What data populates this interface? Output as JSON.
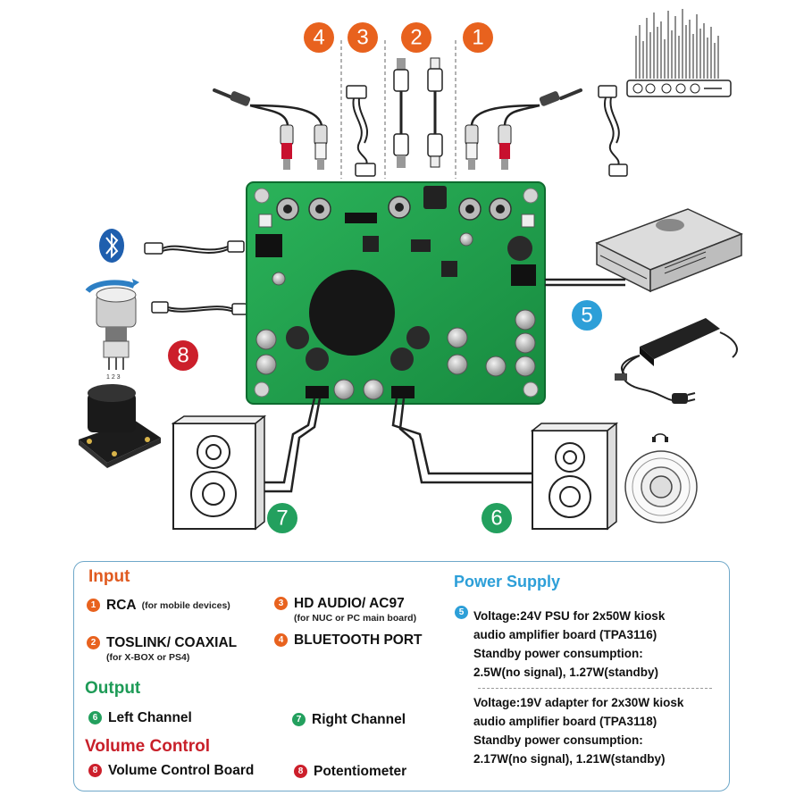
{
  "badges": {
    "b1": "1",
    "b2": "2",
    "b3": "3",
    "b4": "4",
    "b5": "5",
    "b6": "6",
    "b7": "7",
    "b8": "8"
  },
  "pot_pins": "1 2 3",
  "colors": {
    "orange": "#e8621e",
    "green": "#23a05e",
    "red": "#cc1f2b",
    "blue": "#2d9fd8",
    "pcb": "#1f9a4c"
  },
  "legend": {
    "input": {
      "heading": "Input",
      "items": [
        {
          "num": "1",
          "label": "RCA",
          "note": "(for mobile devices)"
        },
        {
          "num": "2",
          "label": "TOSLINK/ COAXIAL",
          "note": "(for X-BOX or PS4)"
        },
        {
          "num": "3",
          "label": "HD AUDIO/ AC97",
          "note": "(for NUC or PC main board)"
        },
        {
          "num": "4",
          "label": "BLUETOOTH PORT"
        }
      ]
    },
    "output": {
      "heading": "Output",
      "items": [
        {
          "num": "6",
          "label": "Left Channel"
        },
        {
          "num": "7",
          "label": "Right Channel"
        }
      ]
    },
    "volume": {
      "heading": "Volume Control",
      "items": [
        {
          "num": "8",
          "label": "Volume Control Board"
        },
        {
          "num": "8",
          "label": "Potentiometer"
        }
      ]
    },
    "power": {
      "heading": "Power Supply",
      "num": "5",
      "psu_lines": [
        "Voltage:24V PSU for 2x50W kiosk",
        "audio amplifier board (TPA3116)",
        "Standby power consumption:",
        "2.5W(no signal), 1.27W(standby)"
      ],
      "adapter_lines": [
        "Voltage:19V adapter for 2x30W kiosk",
        "audio amplifier board (TPA3118)",
        "Standby power consumption:",
        "2.17W(no signal), 1.21W(standby)"
      ]
    }
  }
}
